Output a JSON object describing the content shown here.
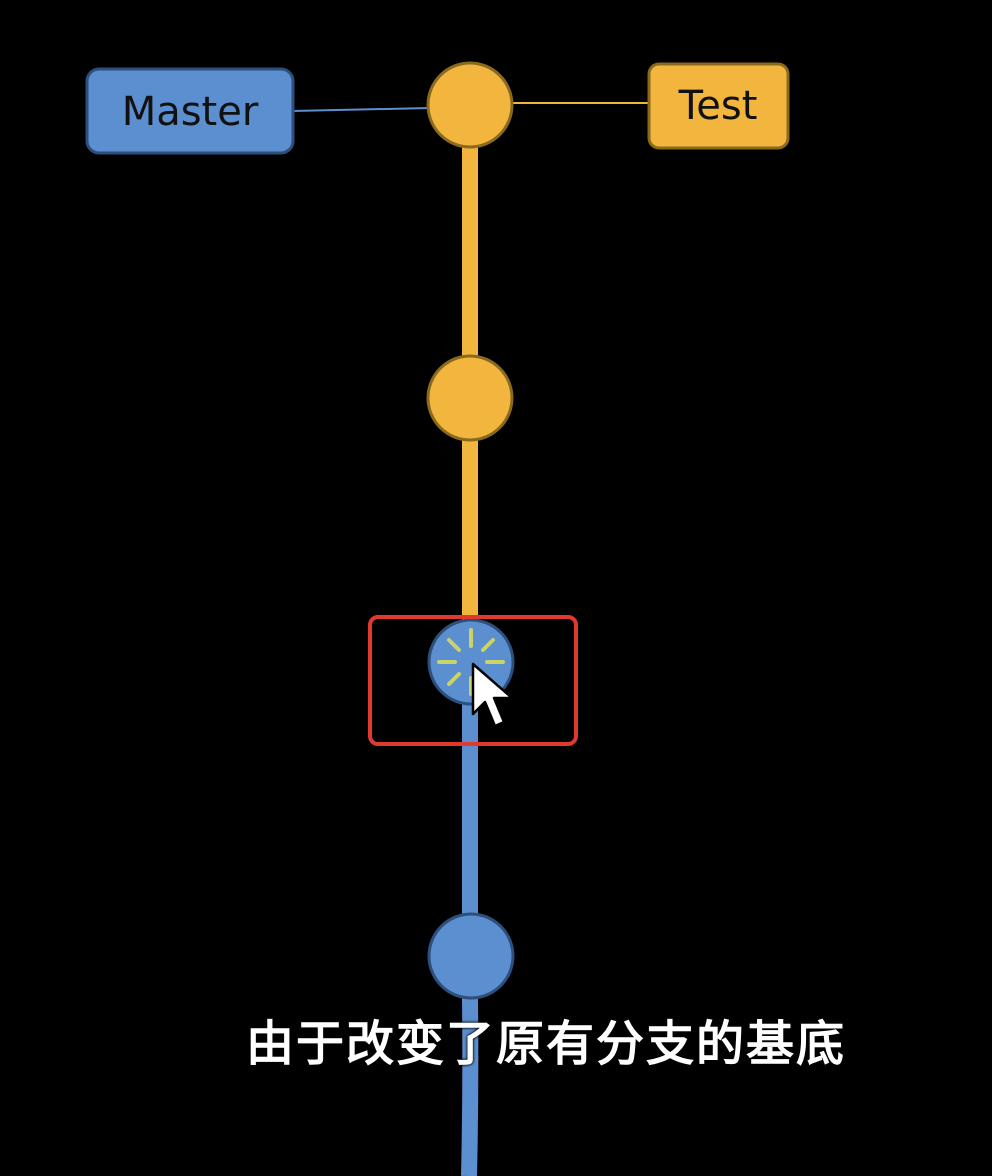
{
  "branches": {
    "master": {
      "label": "Master",
      "color": "#5b8fcf",
      "border": "#2d4f7c"
    },
    "test": {
      "label": "Test",
      "color": "#f2b63f",
      "border": "#8a6a1c"
    }
  },
  "commit_colors": {
    "test_line": "#f2b63f",
    "master_line": "#5b8fcf",
    "commit_border_yellow": "#8a6a1c",
    "commit_border_blue": "#2d4f7c",
    "spinner": "#c9d36a",
    "highlight_box": "#e03a2f"
  },
  "icons": [
    "loading-spinner-icon",
    "mouse-pointer-icon"
  ],
  "subtitle": "由于改变了原有分支的基底"
}
